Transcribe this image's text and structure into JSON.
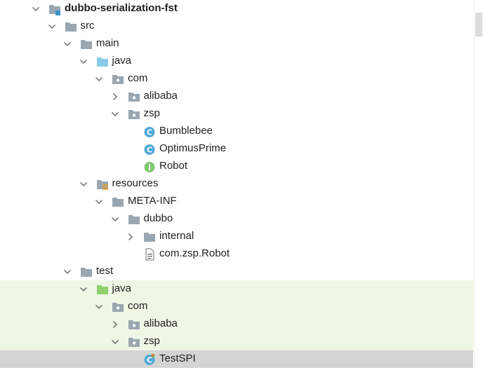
{
  "tree": [
    {
      "label": "dubbo-serialization-fst",
      "depth": 0,
      "expanded": true,
      "icon": "module-folder-icon",
      "bold": true,
      "bg": "none"
    },
    {
      "label": "src",
      "depth": 1,
      "expanded": true,
      "icon": "folder-icon",
      "bg": "none"
    },
    {
      "label": "main",
      "depth": 2,
      "expanded": true,
      "icon": "folder-icon",
      "bg": "none"
    },
    {
      "label": "java",
      "depth": 3,
      "expanded": true,
      "icon": "source-root-folder-icon",
      "bg": "none"
    },
    {
      "label": "com",
      "depth": 4,
      "expanded": true,
      "icon": "package-folder-icon",
      "bg": "none"
    },
    {
      "label": "alibaba",
      "depth": 5,
      "expanded": false,
      "icon": "package-folder-icon",
      "bg": "none"
    },
    {
      "label": "zsp",
      "depth": 5,
      "expanded": true,
      "icon": "package-folder-icon",
      "bg": "none"
    },
    {
      "label": "Bumblebee",
      "depth": 6,
      "leaf": true,
      "icon": "class-icon",
      "bg": "none"
    },
    {
      "label": "OptimusPrime",
      "depth": 6,
      "leaf": true,
      "icon": "class-icon",
      "bg": "none"
    },
    {
      "label": "Robot",
      "depth": 6,
      "leaf": true,
      "icon": "interface-icon",
      "bg": "none"
    },
    {
      "label": "resources",
      "depth": 3,
      "expanded": true,
      "icon": "resources-folder-icon",
      "bg": "none"
    },
    {
      "label": "META-INF",
      "depth": 4,
      "expanded": true,
      "icon": "folder-icon",
      "bg": "none"
    },
    {
      "label": "dubbo",
      "depth": 5,
      "expanded": true,
      "icon": "folder-icon",
      "bg": "none"
    },
    {
      "label": "internal",
      "depth": 6,
      "expanded": false,
      "icon": "folder-icon",
      "bg": "none"
    },
    {
      "label": "com.zsp.Robot",
      "depth": 6,
      "leaf": true,
      "icon": "text-file-icon",
      "bg": "none"
    },
    {
      "label": "test",
      "depth": 2,
      "expanded": true,
      "icon": "folder-icon",
      "bg": "none"
    },
    {
      "label": "java",
      "depth": 3,
      "expanded": true,
      "icon": "test-root-folder-icon",
      "bg": "test"
    },
    {
      "label": "com",
      "depth": 4,
      "expanded": true,
      "icon": "package-folder-icon",
      "bg": "test"
    },
    {
      "label": "alibaba",
      "depth": 5,
      "expanded": false,
      "icon": "package-folder-icon",
      "bg": "test"
    },
    {
      "label": "zsp",
      "depth": 5,
      "expanded": true,
      "icon": "package-folder-icon",
      "bg": "test"
    },
    {
      "label": "TestSPI",
      "depth": 6,
      "leaf": true,
      "icon": "test-class-icon",
      "bg": "selected"
    }
  ],
  "colors": {
    "folder": "#9aa7b0",
    "source_root": "#87cbe8",
    "test_root": "#8fd16b",
    "class_icon": "#4fa9d8",
    "interface_icon": "#7fc770",
    "test_bg": "#eef6e6",
    "selected_bg": "#d4d4d4"
  }
}
